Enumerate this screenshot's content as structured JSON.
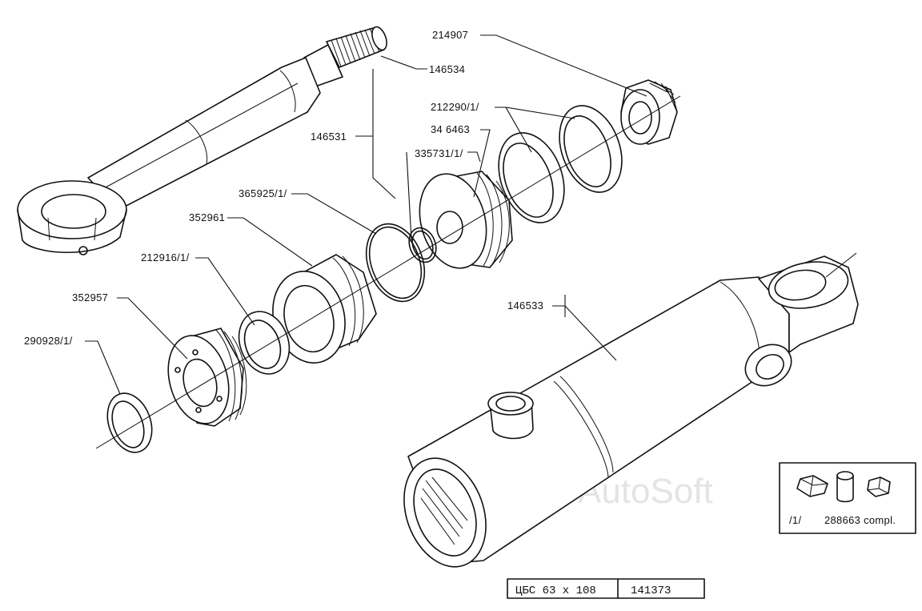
{
  "labels": {
    "p214907": "214907",
    "p146534": "146534",
    "p212290": "212290/1/",
    "p346463": "34 6463",
    "p146531": "146531",
    "p335731": "335731/1/",
    "p365925": "365925/1/",
    "p352961": "352961",
    "p212916": "212916/1/",
    "p352957": "352957",
    "p290928": "290928/1/",
    "p146533": "146533"
  },
  "kit": {
    "mark": "/1/",
    "text": "288663 compl."
  },
  "title_block": {
    "designation": "ЦБС   63 x 108",
    "number": "141373"
  },
  "watermark": "AutoSoft"
}
